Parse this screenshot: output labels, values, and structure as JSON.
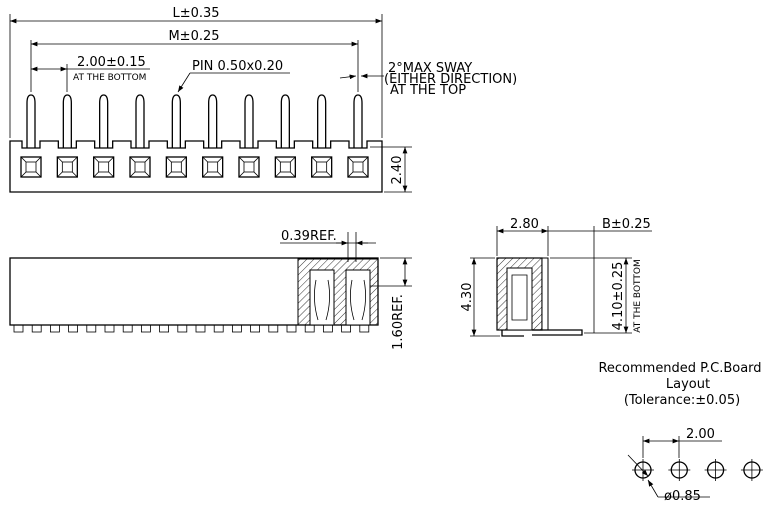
{
  "top_view": {
    "dim_L": "L±0.35",
    "dim_M": "M±0.25",
    "pitch": "2.00±0.15",
    "pitch_note": "AT THE BOTTOM",
    "pin": "PIN  0.50x0.20",
    "sway_1": "2°MAX SWAY",
    "sway_2": "(EITHER DIRECTION)",
    "sway_3": "AT THE TOP",
    "height": "2.40",
    "pin_count": 10
  },
  "side_view": {
    "ref1": "0.39REF.",
    "ref2": "1.60REF."
  },
  "end_view": {
    "width": "2.80",
    "dim_B": "B±0.25",
    "height": "4.30",
    "bottom_dim": "4.10±0.25",
    "bottom_note": "AT THE BOTTOM"
  },
  "pcb": {
    "title_1": "Recommended  P.C.Board",
    "title_2": "Layout",
    "title_3": "(Tolerance:±0.05)",
    "pitch": "2.00",
    "hole": "ø0.85"
  }
}
